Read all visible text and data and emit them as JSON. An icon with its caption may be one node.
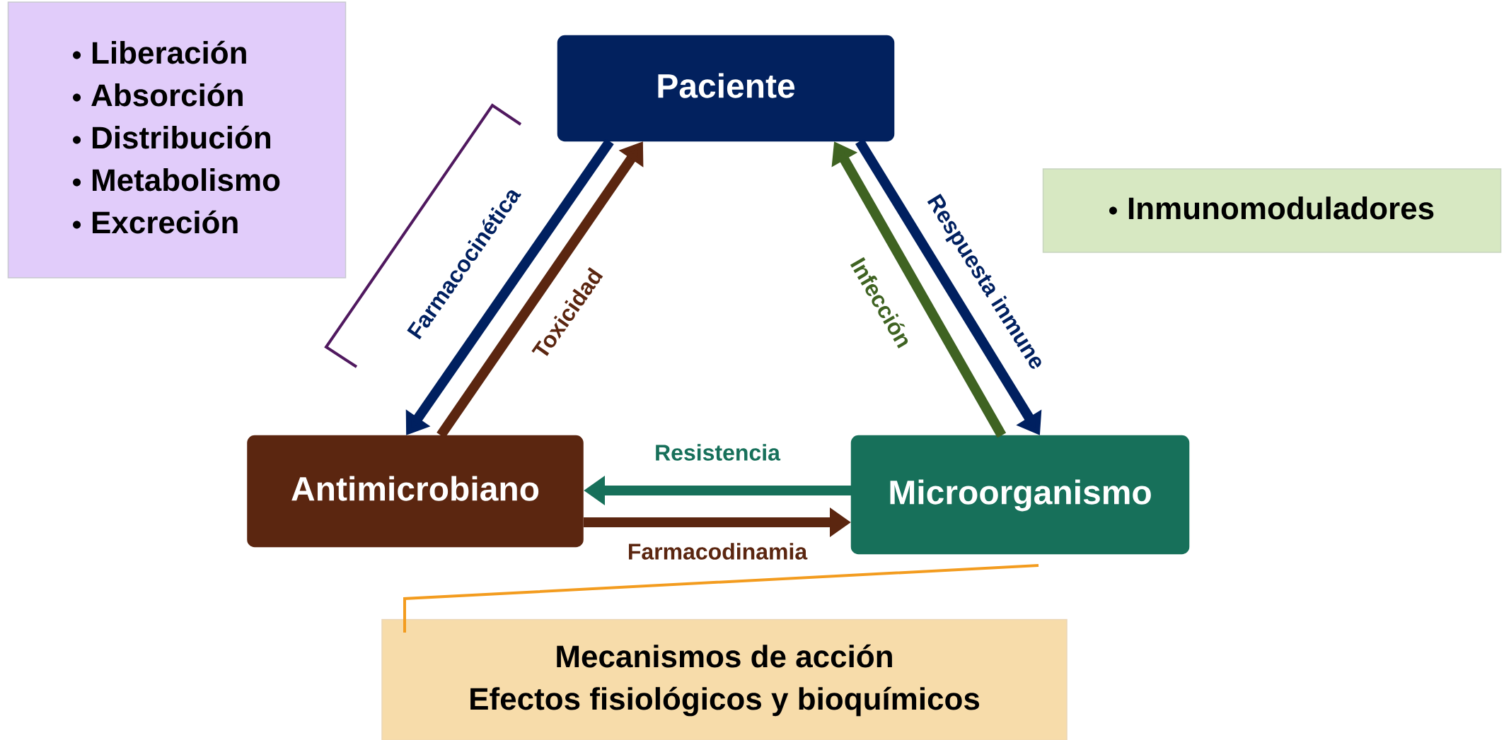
{
  "diagram": {
    "nodes": [
      {
        "text": [
          "Liberación",
          "Absorción",
          "Distribución",
          "Metabolismo",
          "Excreción"
        ]
      },
      {
        "text": [
          "Paciente"
        ]
      },
      {
        "text": [
          "Inmunomoduladores"
        ]
      },
      {
        "text": [
          "Antimicrobiano"
        ]
      },
      {
        "text": [
          "Microorganismo"
        ]
      },
      {
        "text": [
          "Mecanismos de acción",
          "Efectos fisiológicos y bioquímicos"
        ]
      }
    ],
    "edges": [
      {
        "from": 1,
        "to": 3,
        "arrow": "to",
        "label": "Farmacocinética",
        "color": "#002060"
      },
      {
        "from": 3,
        "to": 1,
        "arrow": "to",
        "label": "Toxicidad",
        "color": "#5b2610"
      },
      {
        "from": 4,
        "to": 1,
        "arrow": "to",
        "label": "Infección",
        "color": "#3f6322"
      },
      {
        "from": 1,
        "to": 4,
        "arrow": "to",
        "label": "Respuesta inmune",
        "color": "#002060"
      },
      {
        "from": 4,
        "to": 3,
        "arrow": "to",
        "label": "Resistencia",
        "color": "#17705a"
      },
      {
        "from": 3,
        "to": 4,
        "arrow": "to",
        "label": "Farmacodinamia",
        "color": "#5b2610"
      }
    ]
  }
}
